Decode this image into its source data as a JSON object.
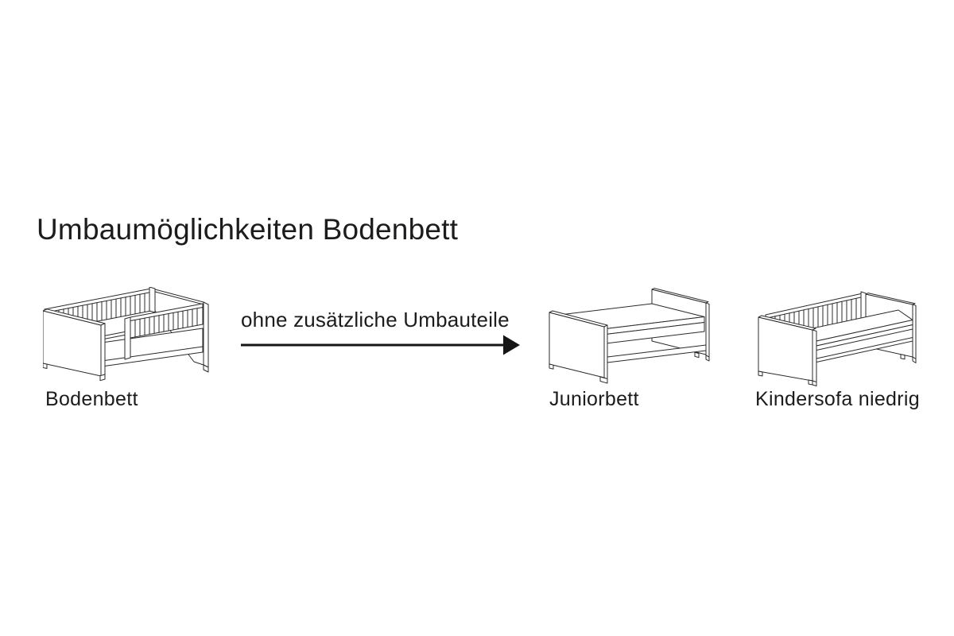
{
  "page": {
    "background_color": "#ffffff",
    "ink_color": "#1c1c1e"
  },
  "heading": {
    "title": "Umbaumöglichkeiten Bodenbett"
  },
  "diagram": {
    "source": {
      "label": "Bodenbett",
      "illustration": "floor-bed-with-slatted-rails"
    },
    "transition": {
      "caption": "ohne zusätzliche Umbauteile",
      "arrow_direction": "right"
    },
    "targets": [
      {
        "label": "Juniorbett",
        "illustration": "junior-bed-open-sides"
      },
      {
        "label": "Kindersofa niedrig",
        "illustration": "kids-sofa-low-slatted-back"
      }
    ]
  }
}
